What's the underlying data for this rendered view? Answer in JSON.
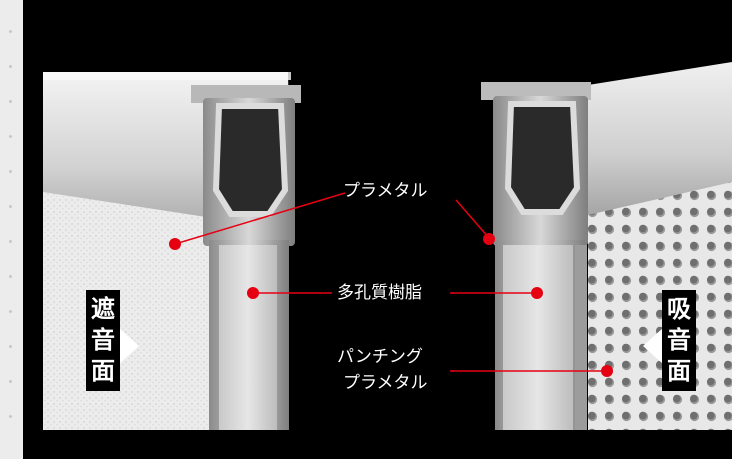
{
  "labels": {
    "punched_plate": "プラメタル",
    "porous_resin": "多孔質樹脂",
    "punching_1": "パンチング",
    "punching_2": "プラメタル"
  },
  "left_tag": [
    "遮",
    "音",
    "面"
  ],
  "right_tag": [
    "吸",
    "音",
    "面"
  ],
  "colors": {
    "marker": "#e50012",
    "background": "#000000"
  }
}
